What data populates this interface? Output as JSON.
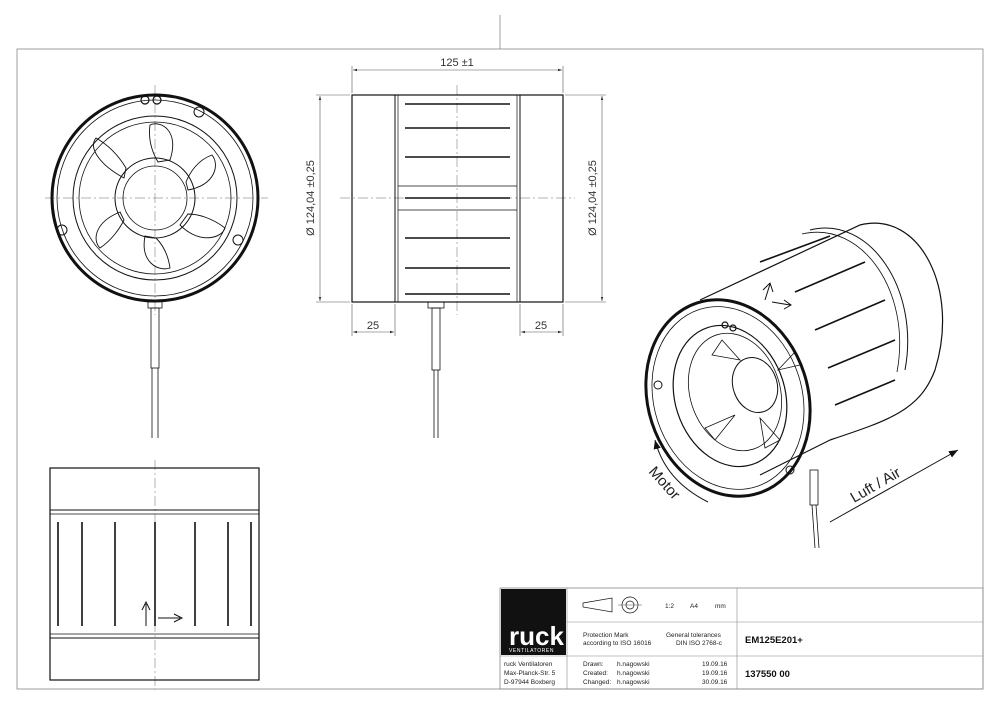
{
  "dimensions": {
    "length": "125 ±1",
    "diameter_left": "Ø 124,04 ±0,25",
    "diameter_right": "Ø 124,04 ±0,25",
    "end_cap_left": "25",
    "end_cap_right": "25"
  },
  "labels": {
    "motor": "Motor",
    "airflow": "Luft / Air"
  },
  "title_block": {
    "logo": "ruck",
    "logo_sub": "VENTILATOREN",
    "company_line1": "ruck Ventilatoren",
    "company_line2": "Max-Planck-Str. 5",
    "company_line3": "D-97944 Boxberg",
    "scale": "1:2",
    "paper": "A4",
    "unit": "mm",
    "protection_line1": "Protection Mark",
    "protection_line2": "according to ISO 16016",
    "tolerance_line1": "General tolerances",
    "tolerance_line2": "DIN ISO 2768-c",
    "drawn_label": "Drawn:",
    "drawn_name": "h.nagowski",
    "drawn_date": "19.09.16",
    "created_label": "Created:",
    "created_name": "h.nagowski",
    "created_date": "19.09.16",
    "changed_label": "Changed:",
    "changed_name": "h.nagowski",
    "changed_date": "30.09.16",
    "model": "EM125E201+",
    "article_no": "137550 00"
  },
  "colors": {
    "line": "#111111",
    "logo_bg": "#111111",
    "paper": "#ffffff"
  }
}
